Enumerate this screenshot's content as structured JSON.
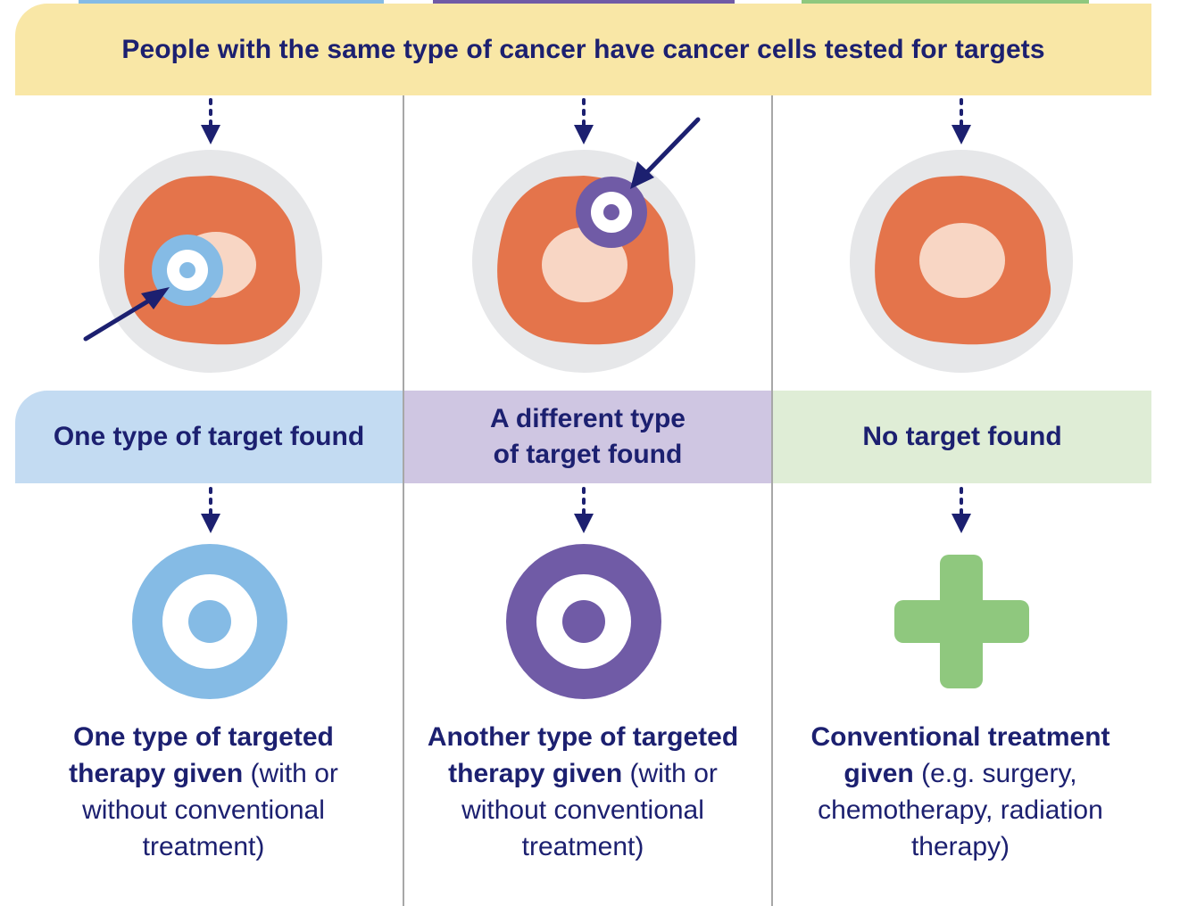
{
  "header": {
    "text": "People with the same type of cancer have cancer cells tested for targets"
  },
  "columns": [
    {
      "result": "One type of target found",
      "treatment_bold": "One type of targeted therapy given",
      "treatment_rest": " (with or without conventional treatment)",
      "icon": "target-icon",
      "color": "#85bbe5",
      "band_color": "#c3dbf2"
    },
    {
      "result_lines": [
        "A different type",
        "of target found"
      ],
      "treatment_bold": "Another type of targeted therapy given",
      "treatment_rest": " (with or without conventional treatment)",
      "icon": "target-icon",
      "color": "#705ba6",
      "band_color": "#cfc6e2"
    },
    {
      "result": "No target found",
      "treatment_bold": "Conventional treatment given",
      "treatment_rest": " (e.g. surgery, chemotherapy, radiation therapy)",
      "icon": "plus-icon",
      "color": "#8fc87e",
      "band_color": "#dfedd6"
    }
  ],
  "colors": {
    "header_band": "#f9e7a6",
    "text": "#1c2070",
    "cancer_cell": "#e4744b",
    "nucleus": "#f8d6c4",
    "cell_halo": "#e6e7e9",
    "arrow": "#1c2070"
  }
}
